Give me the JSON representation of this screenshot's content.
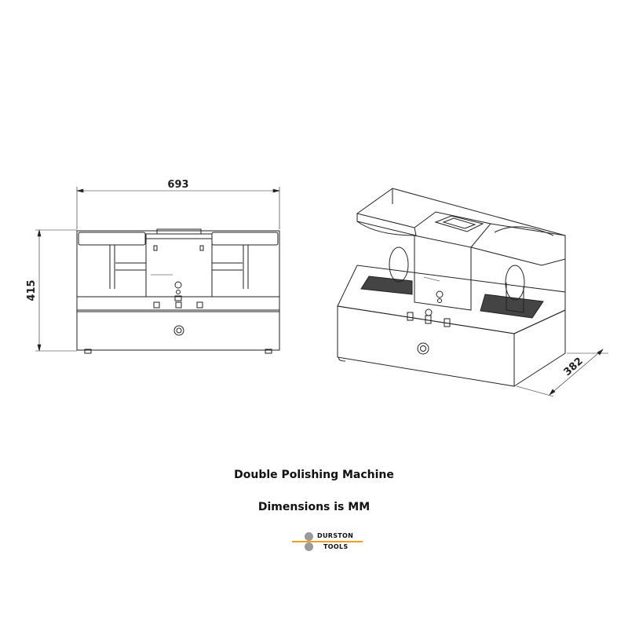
{
  "dimensions": {
    "width": "693",
    "height": "415",
    "depth": "382"
  },
  "captions": {
    "title": "Double Polishing Machine",
    "units": "Dimensions is MM"
  },
  "logo": {
    "line1": "DURSTON",
    "line2": "TOOLS",
    "accent": "#f0a020"
  }
}
